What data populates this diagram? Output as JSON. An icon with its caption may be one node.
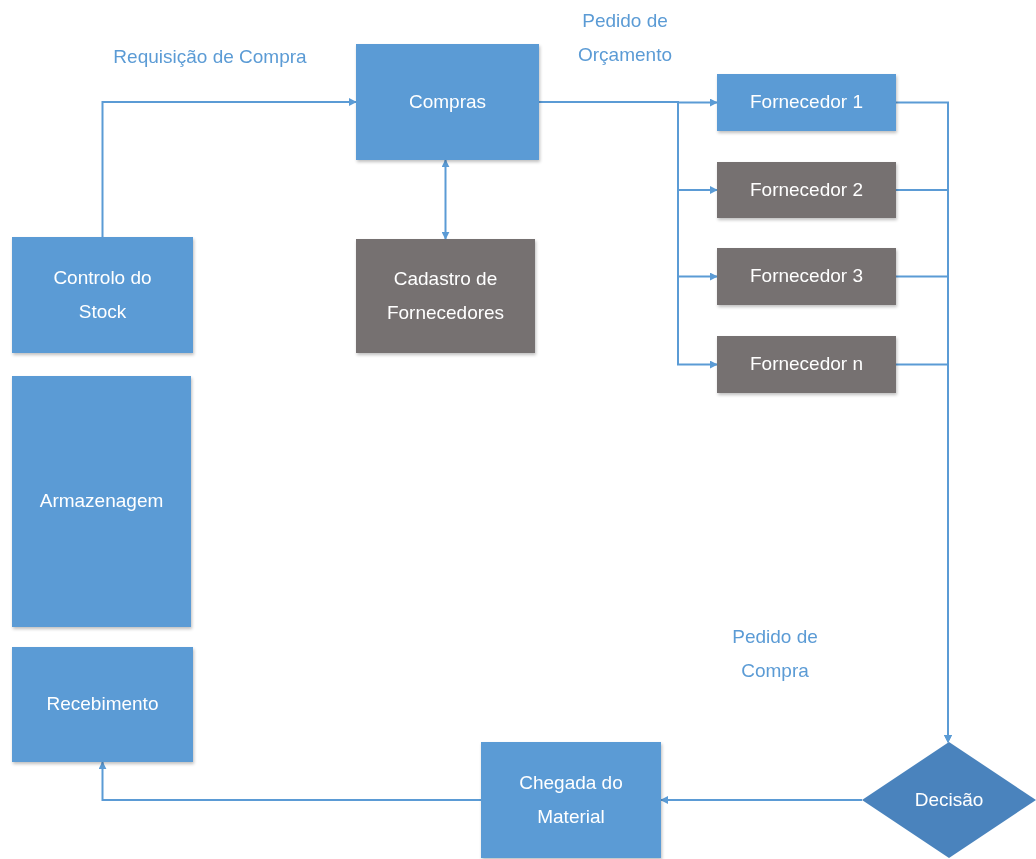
{
  "diagram": {
    "nodes": [
      {
        "text": [
          "Compras"
        ]
      },
      {
        "text": [
          "Controlo do Stock"
        ]
      },
      {
        "text": [
          "Cadastro de Fornecedores"
        ]
      },
      {
        "text": [
          "Fornecedor 1"
        ]
      },
      {
        "text": [
          "Fornecedor 2"
        ]
      },
      {
        "text": [
          "Fornecedor 3"
        ]
      },
      {
        "text": [
          "Fornecedor n"
        ]
      },
      {
        "text": [
          "Armazenagem"
        ]
      },
      {
        "text": [
          "Recebimento"
        ]
      },
      {
        "text": [
          "Chegada do Material"
        ]
      },
      {
        "text": [
          "Decisão"
        ]
      }
    ],
    "edges": [
      {
        "from": 1,
        "to": 0,
        "arrow": "to",
        "label": "Requisição de Compra"
      },
      {
        "from": 0,
        "to": 2,
        "arrow": "both"
      },
      {
        "from": 0,
        "to": 3,
        "arrow": "to",
        "label": "Pedido de Orçamento"
      },
      {
        "from": 0,
        "to": 4,
        "arrow": "to"
      },
      {
        "from": 0,
        "to": 5,
        "arrow": "to"
      },
      {
        "from": 0,
        "to": 6,
        "arrow": "to"
      },
      {
        "from": 3,
        "to": 10,
        "arrow": "to"
      },
      {
        "from": 4,
        "to": 10,
        "arrow": "to"
      },
      {
        "from": 5,
        "to": 10,
        "arrow": "to"
      },
      {
        "from": 6,
        "to": 10,
        "arrow": "to"
      },
      {
        "from": 10,
        "to": 9,
        "arrow": "to"
      },
      {
        "from": 9,
        "to": 8,
        "arrow": "to"
      }
    ],
    "labels": [
      "Pedido de Compra"
    ]
  }
}
